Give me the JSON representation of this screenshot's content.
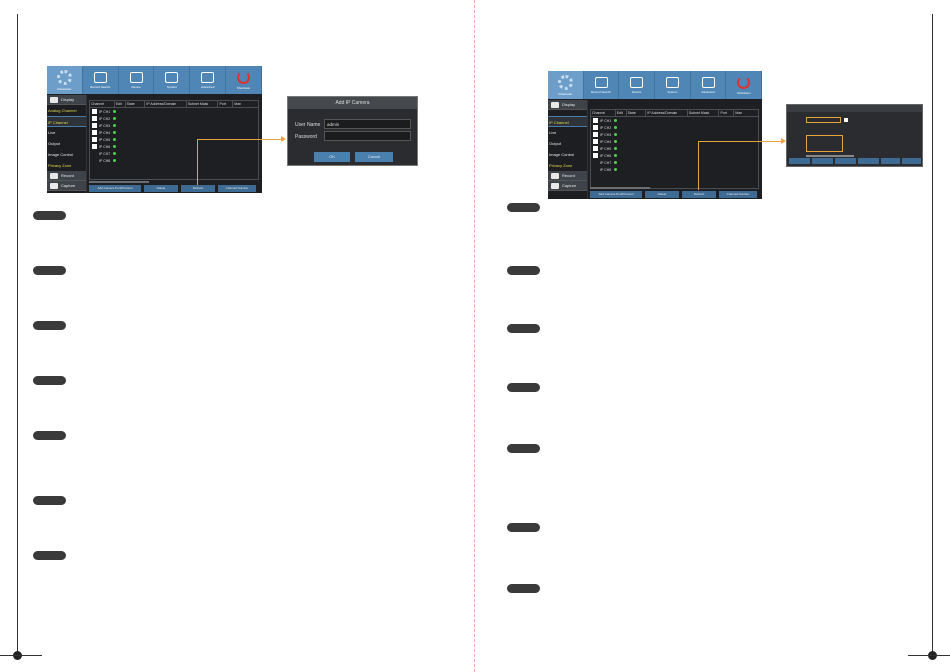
{
  "left_ui": {
    "top_tabs": [
      {
        "label": "Parameter",
        "icon": "gear-icon"
      },
      {
        "label": "Record Search",
        "icon": "search-record-icon"
      },
      {
        "label": "Device",
        "icon": "device-icon"
      },
      {
        "label": "System",
        "icon": "system-icon"
      },
      {
        "label": "Advanced",
        "icon": "advanced-icon"
      },
      {
        "label": "Shutdown",
        "icon": "power-icon"
      }
    ],
    "side_header": "Display",
    "side_items": [
      "Analog Channel",
      "IP Channel",
      "Live",
      "Output",
      "Image Control",
      "Privacy Zone"
    ],
    "side_footer": [
      "Record",
      "Capture"
    ],
    "table_headers": [
      "Channel",
      "Edit",
      "State",
      "IP Address/Domain",
      "Subnet Mask",
      "Port",
      "Man"
    ],
    "channels": [
      "IP CH1",
      "IP CH2",
      "IP CH3",
      "IP CH4",
      "IP CH5",
      "IP CH6",
      "IP CH7",
      "IP CH8"
    ],
    "buttons": [
      "Add Camera Port/Protocol",
      "Delete",
      "Refresh",
      "Channel Number"
    ]
  },
  "dialog": {
    "title": "Add IP Camera",
    "username_label": "User Name",
    "username_value": "admin",
    "password_label": "Password",
    "ok": "OK",
    "cancel": "Cancel"
  },
  "right_ui": {
    "top_tabs": [
      {
        "label": "Parameter",
        "icon": "gear-icon"
      },
      {
        "label": "Record Search",
        "icon": "search-record-icon"
      },
      {
        "label": "Device",
        "icon": "device-icon"
      },
      {
        "label": "System",
        "icon": "system-icon"
      },
      {
        "label": "Advanced",
        "icon": "advanced-icon"
      },
      {
        "label": "Shutdown",
        "icon": "power-icon"
      }
    ],
    "side_header": "Display",
    "side_items": [
      "IP Channel",
      "Live",
      "Output",
      "Image Control",
      "Privacy Zone"
    ],
    "side_footer": [
      "Record",
      "Capture"
    ],
    "table_headers": [
      "Channel",
      "Edit",
      "State",
      "IP Address/Domain",
      "Subnet Mask",
      "Port",
      "Man"
    ],
    "channels": [
      "IP CH1",
      "IP CH2",
      "IP CH3",
      "IP CH4",
      "IP CH5",
      "IP CH6",
      "IP CH7",
      "IP CH8"
    ],
    "buttons": [
      "Add Camera Port/Protocol",
      "Delete",
      "Refresh",
      "Channel Number"
    ]
  },
  "colors": {
    "accent": "#4f86b5",
    "connector": "#e8a33a",
    "status_ok": "#4bd24b",
    "pill": "#3a3a3a"
  }
}
